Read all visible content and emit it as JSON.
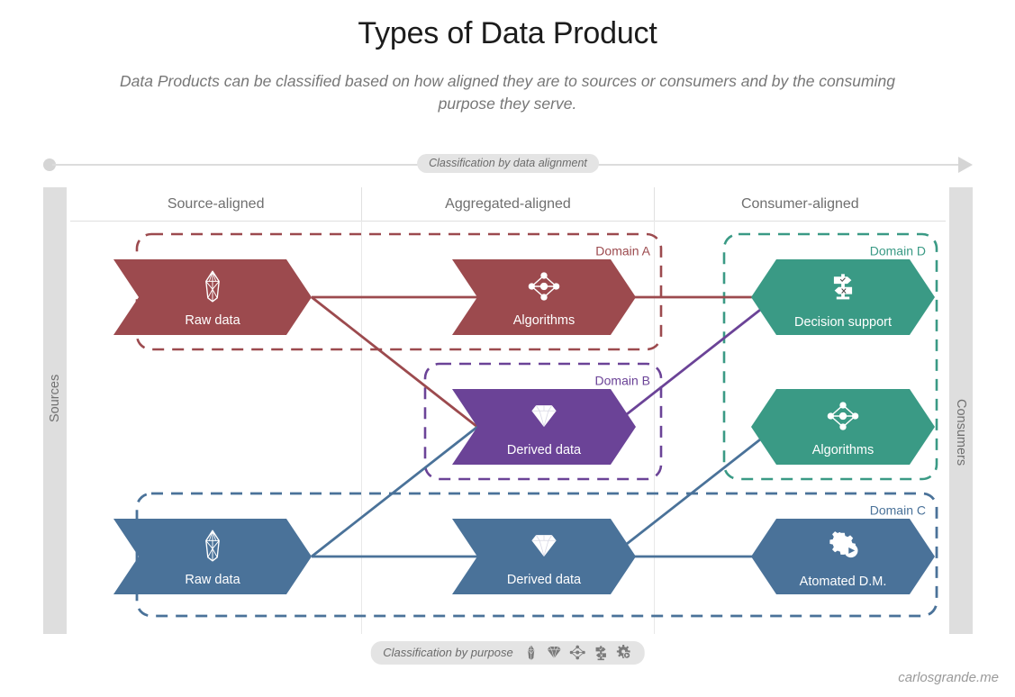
{
  "header": {
    "title": "Types of Data Product",
    "subtitle": "Data Products can be classified based on how aligned they are to sources or consumers and by the consuming purpose they serve."
  },
  "axes": {
    "top_label": "Classification by data alignment",
    "bottom_label": "Classification by purpose",
    "left_label": "Sources",
    "right_label": "Consumers"
  },
  "columns": [
    {
      "label": "Source-aligned"
    },
    {
      "label": "Aggregated-aligned"
    },
    {
      "label": "Consumer-aligned"
    }
  ],
  "colors": {
    "domain_a": "#9C4A4E",
    "domain_b": "#6B4397",
    "domain_c": "#4A7299",
    "domain_d": "#3A9A85",
    "band": "#DEDEDE",
    "grid_line": "#E4E4E4",
    "pill": "#E4E4E4"
  },
  "domains": [
    {
      "id": "a",
      "label": "Domain A",
      "color": "#9C4A4E"
    },
    {
      "id": "b",
      "label": "Domain B",
      "color": "#6B4397"
    },
    {
      "id": "c",
      "label": "Domain C",
      "color": "#4A7299"
    },
    {
      "id": "d",
      "label": "Domain D",
      "color": "#3A9A85"
    }
  ],
  "nodes": [
    {
      "id": "a-raw",
      "label": "Raw data",
      "icon": "raw-gem-icon",
      "domain": "Domain A",
      "column": "Source-aligned",
      "color": "#9C4A4E"
    },
    {
      "id": "a-algo",
      "label": "Algorithms",
      "icon": "network-icon",
      "domain": "Domain A",
      "column": "Aggregated-aligned",
      "color": "#9C4A4E"
    },
    {
      "id": "d-decision",
      "label": "Decision support",
      "icon": "signpost-icon",
      "domain": "Domain D",
      "column": "Consumer-aligned",
      "color": "#3A9A85"
    },
    {
      "id": "b-derived",
      "label": "Derived data",
      "icon": "diamond-icon",
      "domain": "Domain B",
      "column": "Aggregated-aligned",
      "color": "#6B4397"
    },
    {
      "id": "d-algo",
      "label": "Algorithms",
      "icon": "network-icon",
      "domain": "Domain D",
      "column": "Consumer-aligned",
      "color": "#3A9A85"
    },
    {
      "id": "c-raw",
      "label": "Raw data",
      "icon": "raw-gem-icon",
      "domain": "Domain C",
      "column": "Source-aligned",
      "color": "#4A7299"
    },
    {
      "id": "c-derived",
      "label": "Derived data",
      "icon": "diamond-icon",
      "domain": "Domain C",
      "column": "Aggregated-aligned",
      "color": "#4A7299"
    },
    {
      "id": "c-auto",
      "label": "Atomated D.M.",
      "icon": "gear-play-icon",
      "domain": "Domain C",
      "column": "Consumer-aligned",
      "color": "#4A7299"
    }
  ],
  "connections": [
    {
      "from": "a-raw",
      "to": "a-algo",
      "color": "#9C4A4E"
    },
    {
      "from": "a-algo",
      "to": "d-decision",
      "color": "#9C4A4E"
    },
    {
      "from": "a-raw",
      "to": "b-derived",
      "color": "#9C4A4E"
    },
    {
      "from": "b-derived",
      "to": "d-decision",
      "color": "#6B4397"
    },
    {
      "from": "c-raw",
      "to": "b-derived",
      "color": "#4A7299"
    },
    {
      "from": "c-raw",
      "to": "c-derived",
      "color": "#4A7299"
    },
    {
      "from": "c-derived",
      "to": "d-algo",
      "color": "#4A7299"
    },
    {
      "from": "c-derived",
      "to": "c-auto",
      "color": "#4A7299"
    }
  ],
  "purpose_legend": {
    "label": "Classification by purpose",
    "icons": [
      "raw-gem-icon",
      "diamond-icon",
      "network-icon",
      "signpost-icon",
      "gear-play-icon"
    ]
  },
  "footer": {
    "credit": "carlosgrande.me"
  }
}
